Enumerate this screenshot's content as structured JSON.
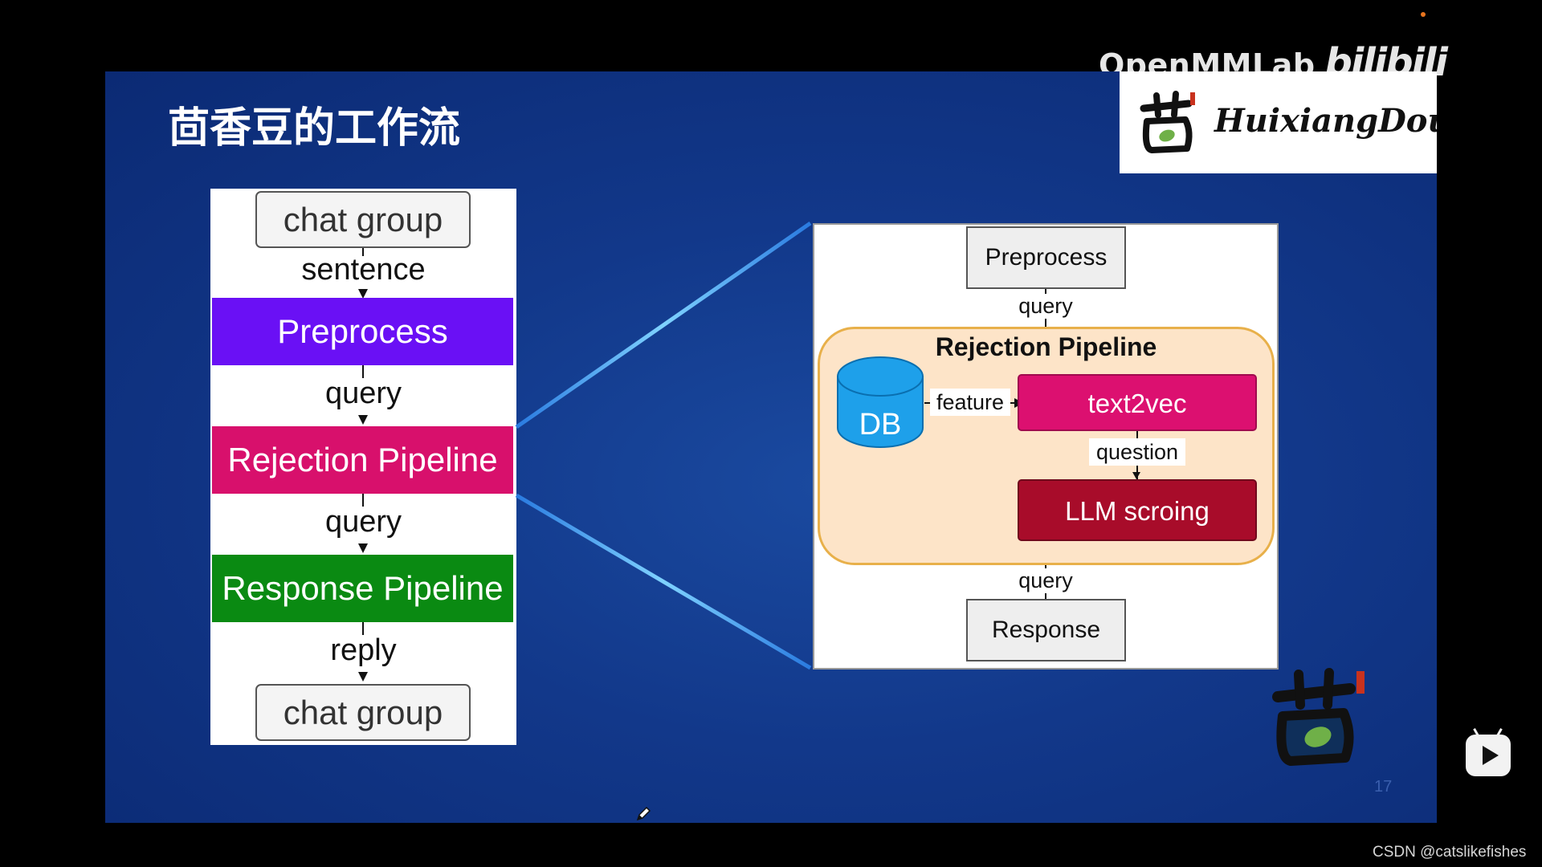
{
  "video_overlay": {
    "watermark_org": "OpenMMLab",
    "watermark_site": "bilibili",
    "credit": "CSDN @catslikefishes"
  },
  "slide": {
    "title": "茴香豆的工作流",
    "logo_text": "HuixiangDou",
    "page_number": "17"
  },
  "left_flow": {
    "source": "chat group",
    "edge_sentence": "sentence",
    "preprocess": "Preprocess",
    "edge_query_1": "query",
    "rejection": "Rejection Pipeline",
    "edge_query_2": "query",
    "response": "Response Pipeline",
    "edge_reply": "reply",
    "sink": "chat group"
  },
  "right_detail": {
    "preprocess": "Preprocess",
    "edge_query_in": "query",
    "container_title": "Rejection Pipeline",
    "db": "DB",
    "edge_feature": "feature",
    "text2vec": "text2vec",
    "edge_question": "question",
    "llm_scoring": "LLM scroing",
    "edge_query_out": "query",
    "response": "Response"
  },
  "colors": {
    "preprocess": "#6a10f5",
    "rejection": "#d8106c",
    "response": "#0a8a12",
    "text2vec": "#dc1070",
    "llm_scoring": "#a80c2a",
    "db": "#1ea0ea",
    "container_fill": "#fde4c8",
    "container_border": "#e8b04a"
  }
}
